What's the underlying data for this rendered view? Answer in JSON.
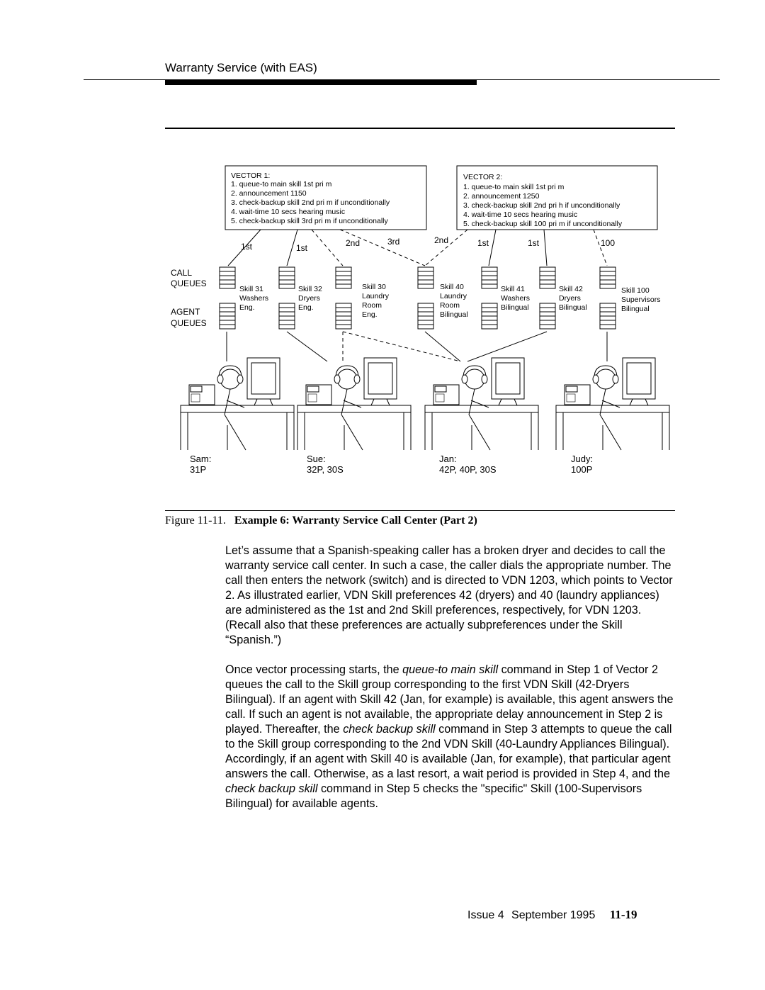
{
  "header": {
    "title": "Warranty Service (with EAS)"
  },
  "diagram": {
    "vector1": {
      "title": "VECTOR 1:",
      "steps": [
        "1. queue-to main skill 1st pri m",
        "2. announcement 1150",
        "3. check-backup skill 2nd pri m if unconditionally",
        "4. wait-time 10 secs hearing music",
        "5. check-backup skill 3rd pri m if unconditionally"
      ]
    },
    "vector2": {
      "title": "VECTOR 2:",
      "steps": [
        "1. queue-to main skill 1st pri m",
        "2. announcement 1250",
        "3. check-backup skill 2nd pri h if unconditionally",
        "4. wait-time 10 secs hearing music",
        "5. check-backup skill 100 pri m if unconditionally"
      ]
    },
    "link_labels": [
      "1st",
      "1st",
      "2nd",
      "3rd",
      "2nd",
      "1st",
      "1st",
      "100"
    ],
    "call_queues_label": [
      "CALL",
      "QUEUES"
    ],
    "agent_queues_label": [
      "AGENT",
      "QUEUES"
    ],
    "skills": [
      {
        "lines": [
          "Skill 31",
          "Washers",
          "Eng."
        ]
      },
      {
        "lines": [
          "Skill 32",
          "Dryers",
          "Eng."
        ]
      },
      {
        "lines": [
          "Skill 30",
          "Laundry",
          "Room",
          "Eng."
        ]
      },
      {
        "lines": [
          "Skill 40",
          "Laundry",
          "Room",
          "Bilingual"
        ]
      },
      {
        "lines": [
          "Skill 41",
          "Washers",
          "Bilingual"
        ]
      },
      {
        "lines": [
          "Skill 42",
          "Dryers",
          "Bilingual"
        ]
      },
      {
        "lines": [
          "Skill 100",
          "Supervisors",
          "Bilingual"
        ]
      }
    ],
    "agents": [
      {
        "name": "Sam:",
        "skills": "31P"
      },
      {
        "name": "Sue:",
        "skills": "32P, 30S"
      },
      {
        "name": "Jan:",
        "skills": "42P, 40P, 30S"
      },
      {
        "name": "Judy:",
        "skills": "100P"
      }
    ]
  },
  "caption": {
    "number": "Figure 11-11.",
    "title": "Example 6: Warranty Service Call Center (Part 2)"
  },
  "paragraphs": {
    "p1": "Let’s assume that a Spanish-speaking caller has a broken dryer and decides to call the warranty service call center. In such a case, the caller dials the appropriate number. The call then enters the network (switch) and is directed to VDN 1203, which points to Vector 2. As illustrated earlier, VDN Skill preferences 42 (dryers) and 40 (laundry appliances) are administered as the 1st and 2nd Skill preferences, respectively, for VDN 1203. (Recall also that these preferences are actually subpreferences under the Skill “Spanish.”)",
    "p2_a": "Once vector processing starts, the ",
    "p2_b": "queue-to main skill",
    "p2_c": " command in Step 1 of Vector 2 queues the call to the Skill group corresponding to the first VDN Skill (42-Dryers Bilingual). If an agent with Skill 42 (Jan, for example) is available, this agent answers the call. If such an agent is not available, the appropriate delay announcement in Step 2 is played. Thereafter, the ",
    "p2_d": "check backup skill",
    "p2_e": " command in Step 3 attempts to queue the call to the Skill group corresponding to the 2nd VDN Skill (40-Laundry Appliances Bilingual). Accordingly, if an agent with Skill 40 is available (Jan, for example), that particular agent answers the call. Otherwise, as a last resort, a wait period is provided in Step 4, and the ",
    "p2_f": "check backup skill",
    "p2_g": " command in Step 5 checks the \"specific\" Skill (100-Supervisors Bilingual) for available agents."
  },
  "footer": {
    "issue": "Issue 4",
    "date": "September 1995",
    "page": "11-19"
  }
}
